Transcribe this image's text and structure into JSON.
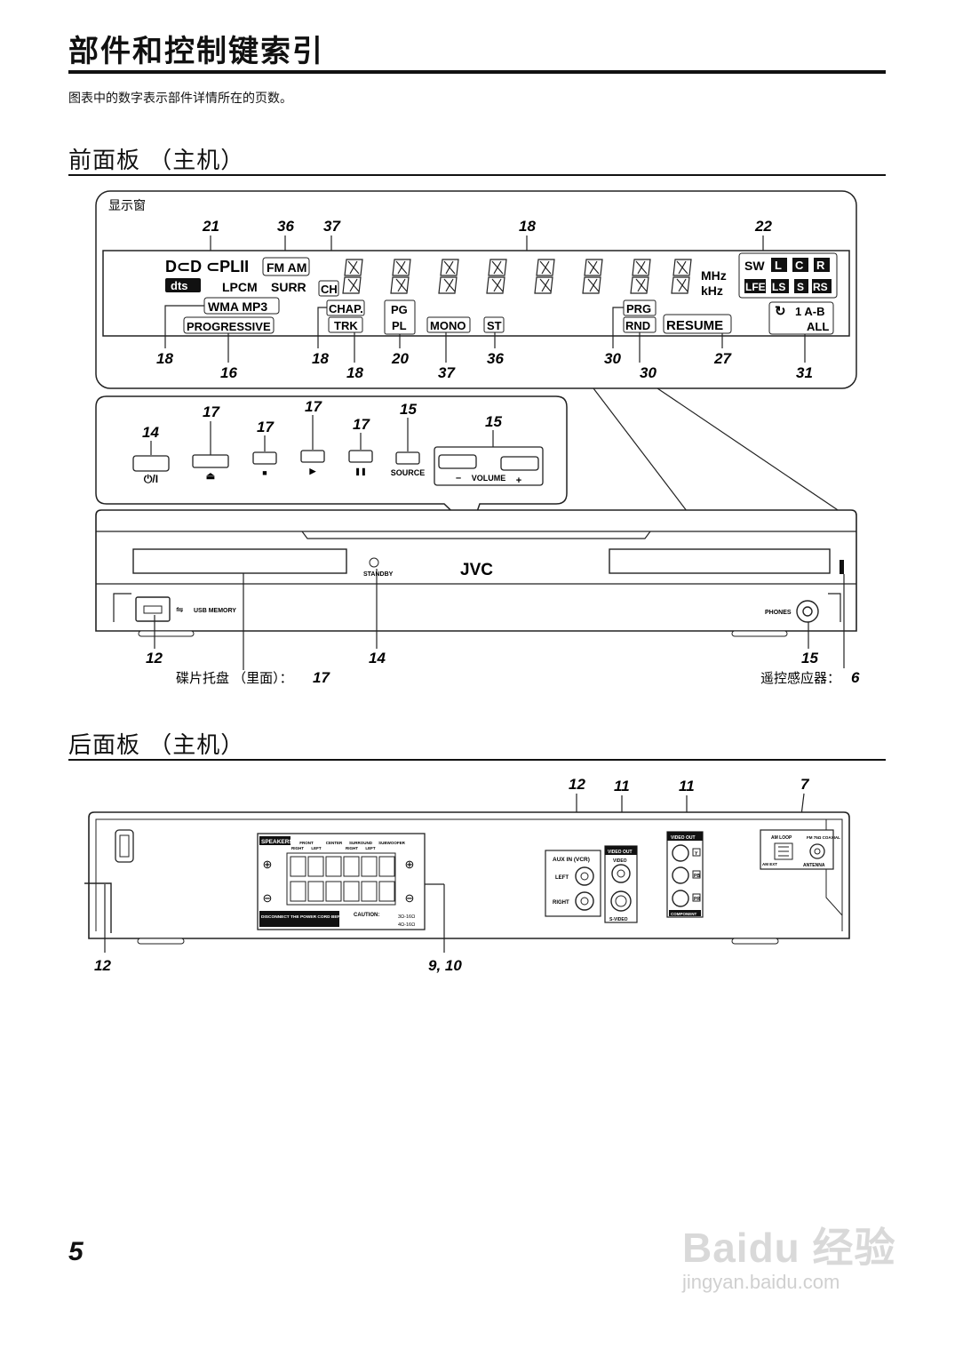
{
  "page": {
    "title": "部件和控制键索引",
    "intro": "图表中的数字表示部件详情所在的页数。",
    "page_number": "5"
  },
  "front": {
    "heading": "前面板 （主机）",
    "display_label": "显示窗",
    "display_top_numbers": [
      "21",
      "36",
      "37",
      "18",
      "22"
    ],
    "display_bottom_numbers": [
      "18",
      "16",
      "18",
      "18",
      "20",
      "37",
      "36",
      "30",
      "30",
      "27",
      "31"
    ],
    "display_indicators": {
      "dolby": "D⊂D ⊂PLII",
      "fm_am": "FM AM",
      "ch": "CH",
      "dts": "dts",
      "lpcm": "LPCM",
      "surr": "SURR",
      "wma_mp3": "WMA MP3",
      "progressive": "PROGRESSIVE",
      "chap": "CHAP.",
      "trk": "TRK",
      "pg": "PG",
      "pl": "PL",
      "mono": "MONO",
      "st": "ST",
      "prg": "PRG",
      "rnd": "RND",
      "resume": "RESUME",
      "mhz": "MHz",
      "khz": "kHz",
      "sw": "SW",
      "l": "L",
      "c": "C",
      "r": "R",
      "lfe": "LFE",
      "ls": "LS",
      "s": "S",
      "rs": "RS",
      "repeat": "1 A-B",
      "all": "ALL"
    },
    "button_numbers": [
      "14",
      "17",
      "17",
      "17",
      "17",
      "15",
      "15"
    ],
    "button_labels": {
      "power": "⏻/I",
      "eject": "⏏",
      "stop": "■",
      "play": "▶",
      "pause": "❚❚",
      "source": "SOURCE",
      "vol_minus": "–",
      "volume": "VOLUME",
      "vol_plus": "+"
    },
    "unit_labels": {
      "usb": "USB MEMORY",
      "standby": "STANDBY",
      "brand": "JVC",
      "phones": "PHONES"
    },
    "bottom_numbers": {
      "usb": "12",
      "standby": "14",
      "phones": "15"
    },
    "disc_tray_label": "碟片托盘 （里面）：",
    "disc_tray_num": "17",
    "remote_sensor_label": "遥控感应器：",
    "remote_sensor_num": "6"
  },
  "rear": {
    "heading": "后面板 （主机）",
    "top_numbers": [
      "12",
      "11",
      "11",
      "7"
    ],
    "bottom_numbers": [
      "12",
      "9, 10"
    ],
    "speakers": {
      "title": "SPEAKERS",
      "front": "FRONT",
      "center": "CENTER",
      "surround": "SURROUND",
      "subwoofer": "SUBWOOFER",
      "right": "RIGHT",
      "left": "LEFT",
      "disconnect": "DISCONNECT THE POWER CORD BEFORE CONNECTING SPEAKERS",
      "caution": "CAUTION:",
      "spec1": "3Ω-16Ω",
      "spec2": "4Ω-16Ω"
    },
    "aux": {
      "title": "AUX IN (VCR)",
      "left": "LEFT",
      "right": "RIGHT"
    },
    "video_out": {
      "title": "VIDEO OUT",
      "video": "VIDEO",
      "svideo": "S-VIDEO"
    },
    "component": {
      "title": "VIDEO OUT",
      "y": "Y",
      "pb": "PB",
      "pr": "PR",
      "label": "COMPONENT"
    },
    "antenna": {
      "am_loop": "AM LOOP",
      "fm": "FM 75Ω COAXIAL",
      "am_ext": "AM EXT",
      "antenna": "ANTENNA"
    }
  },
  "watermark": {
    "brand": "Baidu 经验",
    "url": "jingyan.baidu.com"
  }
}
